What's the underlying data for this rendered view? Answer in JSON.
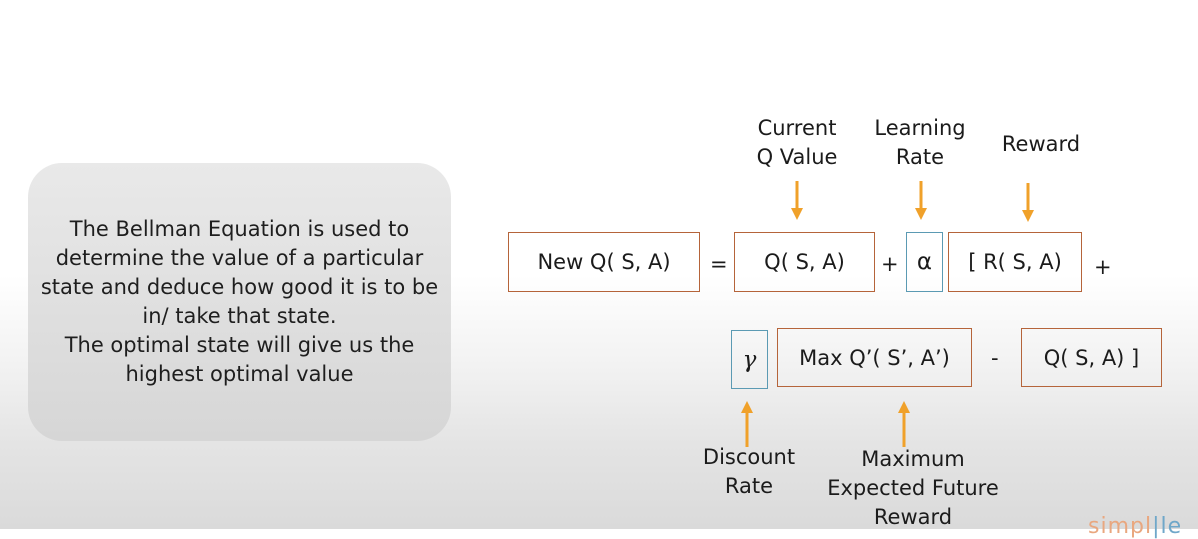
{
  "info": {
    "line1": "The Bellman Equation is used to determine the value of a particular state and deduce how good it is to be in/ take that state.",
    "line2": "The optimal state will give us the highest optimal value"
  },
  "equation": {
    "new_q": "New Q( S, A)",
    "equals": "=",
    "current_q": "Q( S, A)",
    "plus1": "+",
    "alpha": "α",
    "reward_term": "[ R( S, A)",
    "plus2": "+",
    "gamma": "γ",
    "max_q": "Max Q’( S’, A’)",
    "minus": "-",
    "last_q": "Q( S, A) ]"
  },
  "labels": {
    "current_q_value": [
      "Current",
      "Q Value"
    ],
    "learning_rate": [
      "Learning",
      "Rate"
    ],
    "reward": "Reward",
    "discount_rate": [
      "Discount",
      "Rate"
    ],
    "max_expected_future_reward": [
      "Maximum",
      "Expected Future",
      "Reward"
    ]
  },
  "colors": {
    "arrow": "#f0a12a",
    "box_brown": "#b5643a",
    "box_blue": "#5b9ab3"
  },
  "logo": {
    "left": "simpl",
    "right": "le"
  }
}
